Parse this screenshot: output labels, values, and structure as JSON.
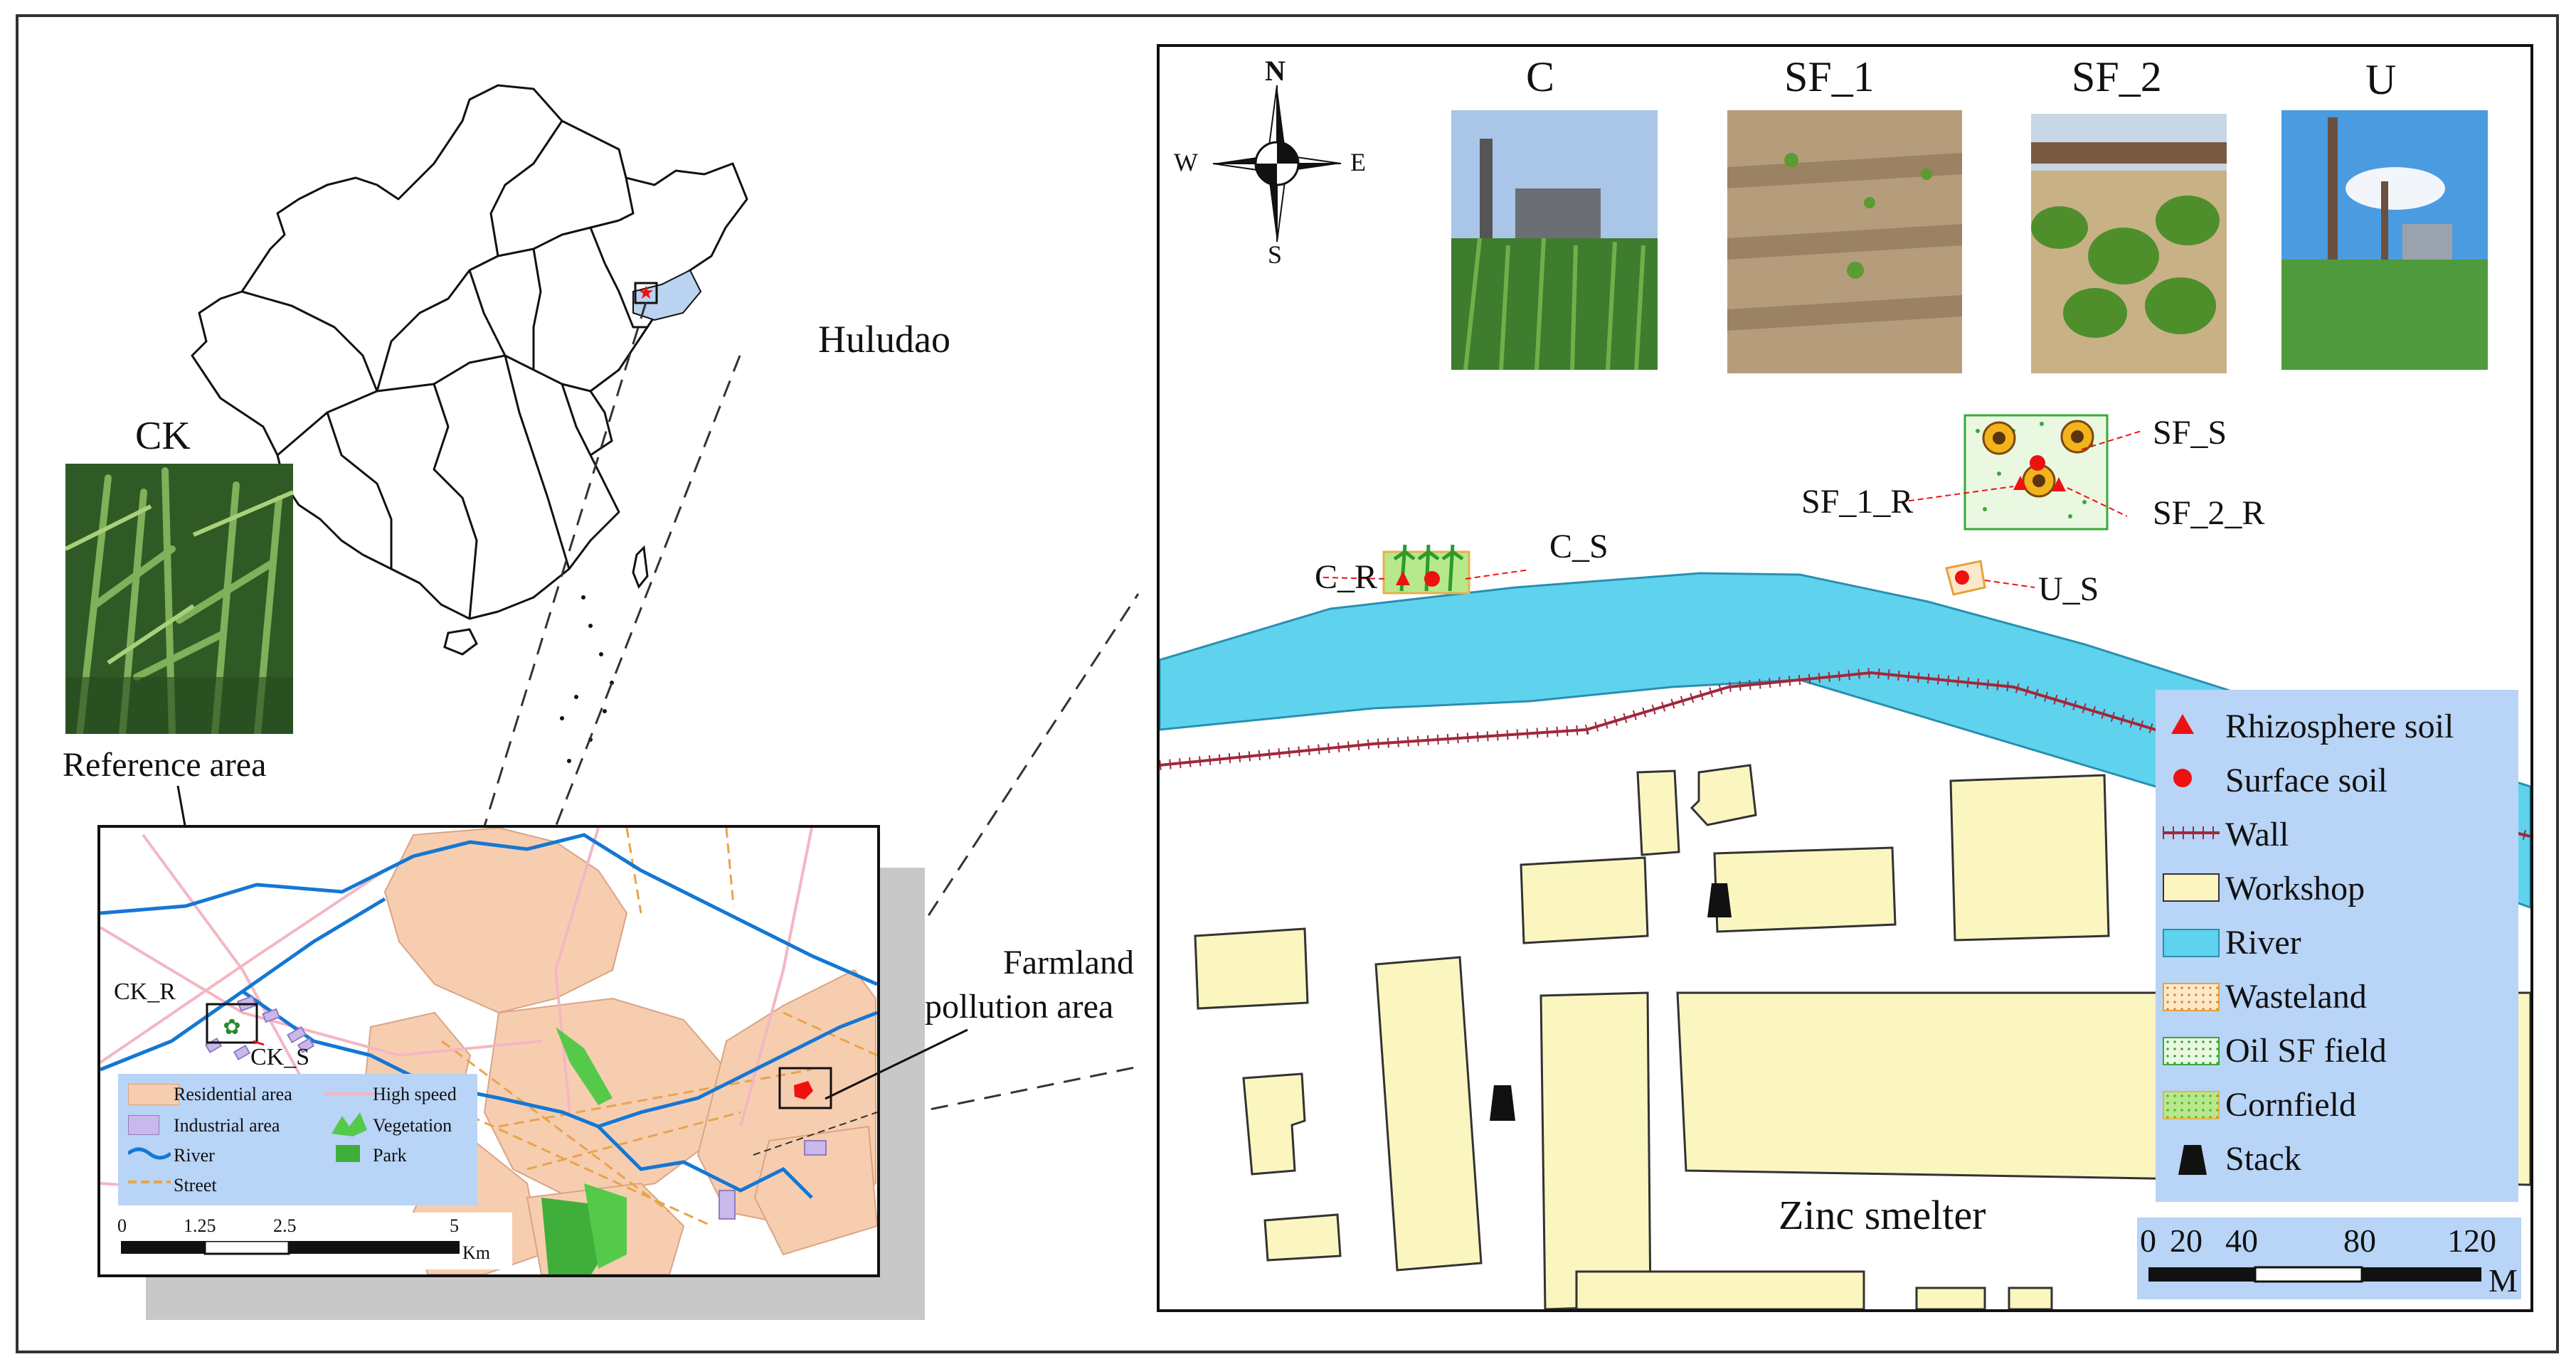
{
  "china_map": {
    "label_huludao": "Huludao"
  },
  "reference": {
    "photo_title": "CK",
    "caption": "Reference area"
  },
  "city_map": {
    "labels": {
      "ck_r": "CK_R",
      "ck_s": "CK_S"
    },
    "callout": {
      "line1": "Farmland",
      "line2": "pollution area"
    },
    "legend": [
      {
        "label": "Residential area",
        "symbol": "residential"
      },
      {
        "label": "High speed",
        "symbol": "highspeed"
      },
      {
        "label": "Industrial area",
        "symbol": "industrial"
      },
      {
        "label": "Vegetation",
        "symbol": "vegetation"
      },
      {
        "label": "River",
        "symbol": "river"
      },
      {
        "label": "Park",
        "symbol": "park"
      },
      {
        "label": "Street",
        "symbol": "street"
      }
    ],
    "scale": {
      "ticks": [
        "0",
        "1.25",
        "2.5",
        "5"
      ],
      "unit": "Km"
    }
  },
  "site_map": {
    "compass": {
      "n": "N",
      "s": "S",
      "e": "E",
      "w": "W"
    },
    "photos": [
      {
        "title": "C",
        "scene": "cornfield"
      },
      {
        "title": "SF_1",
        "scene": "soil"
      },
      {
        "title": "SF_2",
        "scene": "sunflower"
      },
      {
        "title": "U",
        "scene": "stack"
      }
    ],
    "sample_labels": {
      "c_r": "C_R",
      "c_s": "C_S",
      "sf_s": "SF_S",
      "sf_1_r": "SF_1_R",
      "sf_2_r": "SF_2_R",
      "u_s": "U_S"
    },
    "area_label": "Zinc smelter",
    "legend": [
      {
        "label": "Rhizosphere soil",
        "symbol": "triangle-icon"
      },
      {
        "label": "Surface soil",
        "symbol": "dot-icon"
      },
      {
        "label": "Wall",
        "symbol": "wall-icon"
      },
      {
        "label": "Workshop",
        "symbol": "workshop-icon"
      },
      {
        "label": "River",
        "symbol": "river-icon"
      },
      {
        "label": "Wasteland",
        "symbol": "wasteland-icon"
      },
      {
        "label": "Oil SF field",
        "symbol": "oil-sf-field-icon"
      },
      {
        "label": "Cornfield",
        "symbol": "cornfield-icon"
      },
      {
        "label": "Stack",
        "symbol": "stack-icon"
      }
    ],
    "scale": {
      "ticks": [
        "0",
        "20",
        "40",
        "80",
        "120"
      ],
      "unit": "M"
    }
  },
  "colors": {
    "river": "#5fd3ee",
    "workshop": "#fbf6c0",
    "legend_bg": "#b8d4f6",
    "residential": "#f7cdb0",
    "industrial": "#c9b9ea",
    "vegetation": "#55c94a",
    "marker": "#ee1c1c"
  }
}
